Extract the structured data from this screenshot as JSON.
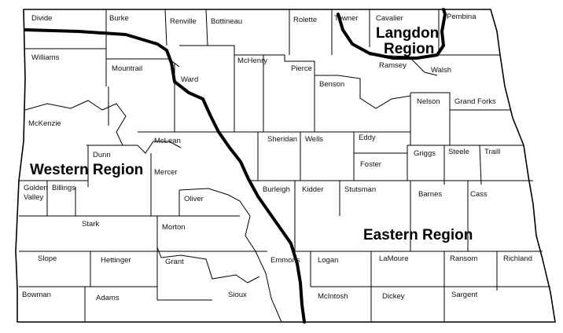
{
  "regions": {
    "western": "Western Region",
    "langdon_line1": "Langdon",
    "langdon_line2": "Region",
    "eastern": "Eastern Region"
  },
  "counties": {
    "divide": "Divide",
    "burke": "Burke",
    "renville": "Renville",
    "bottineau": "Bottineau",
    "rolette": "Rolette",
    "towner": "Towner",
    "cavalier": "Cavalier",
    "pembina": "Pembina",
    "williams": "Williams",
    "mountrail": "Mountrail",
    "ward": "Ward",
    "mchenry": "McHenry",
    "pierce": "Pierce",
    "ramsey": "Ramsey",
    "walsh": "Walsh",
    "benson": "Benson",
    "mckenzie": "McKenzie",
    "nelson": "Nelson",
    "grand_forks": "Grand Forks",
    "mclean": "McLean",
    "sheridan": "Sheridan",
    "wells": "Wells",
    "eddy": "Eddy",
    "foster": "Foster",
    "griggs": "Griggs",
    "steele": "Steele",
    "traill": "Traill",
    "dunn": "Dunn",
    "mercer": "Mercer",
    "golden_valley_line1": "Golden",
    "golden_valley_line2": "Valley",
    "billings": "Billings",
    "oliver": "Oliver",
    "burleigh": "Burleigh",
    "kidder": "Kidder",
    "stutsman": "Stutsman",
    "barnes": "Barnes",
    "cass": "Cass",
    "stark": "Stark",
    "morton": "Morton",
    "slope": "Slope",
    "hettinger": "Hettinger",
    "grant": "Grant",
    "emmons": "Emmons",
    "logan": "Logan",
    "lamoure": "LaMoure",
    "ransom": "Ransom",
    "richland": "Richland",
    "bowman": "Bowman",
    "adams": "Adams",
    "sioux": "Sioux",
    "mcintosh": "McIntosh",
    "dickey": "Dickey",
    "sargent": "Sargent"
  }
}
